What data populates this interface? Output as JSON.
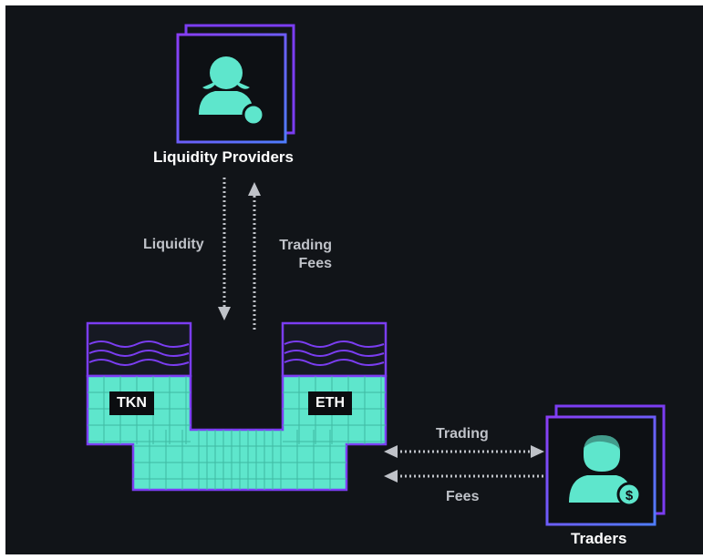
{
  "diagram": {
    "background": "#111418",
    "nodes": {
      "liquidity_providers": {
        "label": "Liquidity Providers",
        "icon": "person-add-icon"
      },
      "traders": {
        "label": "Traders",
        "icon": "person-dollar-icon"
      }
    },
    "edges": {
      "liquidity": {
        "label": "Liquidity"
      },
      "trading_fees": {
        "label": "Trading\nFees"
      },
      "trading": {
        "label": "Trading"
      },
      "fees": {
        "label": "Fees"
      }
    },
    "pool": {
      "tokens": {
        "left": "TKN",
        "right": "ETH"
      }
    },
    "colors": {
      "teal": "#5ee6cc",
      "purple": "#7b3df2",
      "blue": "#4f7dff",
      "arrow": "#bfc2c8"
    }
  }
}
